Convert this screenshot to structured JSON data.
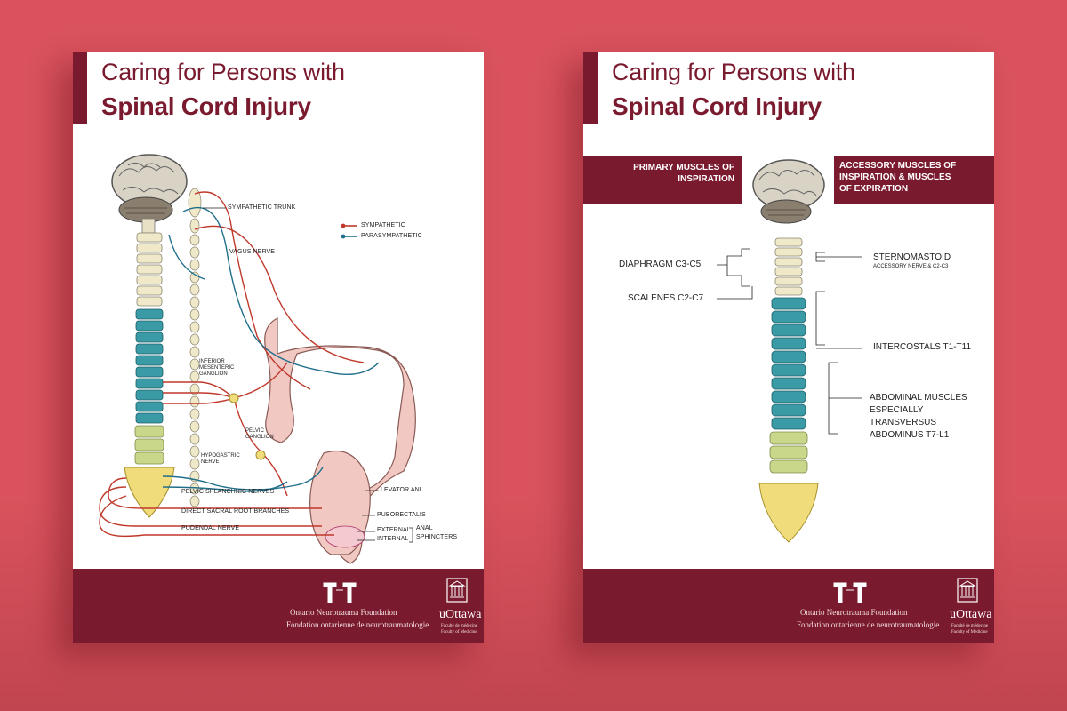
{
  "left_poster": {
    "title_line1": "Caring for Persons with",
    "title_line2": "Spinal Cord Injury",
    "legend": [
      {
        "label": "SYMPATHETIC",
        "color": "#c0392b"
      },
      {
        "label": "PARASYMPATHETIC",
        "color": "#1f6f8b"
      }
    ],
    "labels": {
      "sympathetic_trunk": "SYMPATHETIC TRUNK",
      "vagus_nerve": "VAGUS NERVE",
      "inferior_mesenteric_1": "INFERIOR",
      "inferior_mesenteric_2": "MESENTERIC",
      "inferior_mesenteric_3": "GANGLION",
      "pelvic_ganglion_1": "PELVIC",
      "pelvic_ganglion_2": "GANGLION",
      "hypogastric_1": "HYPOGASTRIC",
      "hypogastric_2": "NERVE",
      "pelvic_splanchnic": "PELVIC SPLANCHNIC NERVES",
      "direct_sacral": "DIRECT SACRAL ROOT BRANCHES",
      "pudendal": "PUDENDAL NERVE",
      "levator_ani": "LEVATOR ANI",
      "puborectalis": "PUBORECTALIS",
      "external": "EXTERNAL",
      "internal": "INTERNAL",
      "anal": "ANAL",
      "sphincters": "SPHINCTERS"
    }
  },
  "right_poster": {
    "title_line1": "Caring for Persons with",
    "title_line2": "Spinal Cord Injury",
    "banner_left_1": "PRIMARY MUSCLES OF",
    "banner_left_2": "INSPIRATION",
    "banner_right_1": "ACCESSORY MUSCLES OF",
    "banner_right_2": "INSPIRATION & MUSCLES",
    "banner_right_3": "OF EXPIRATION",
    "labels": {
      "diaphragm": "DIAPHRAGM C3-C5",
      "scalenes": "SCALENES C2-C7",
      "sternomastoid": "STERNOMASTOID",
      "sternomastoid_sub": "ACCESSORY NERVE & C2-C3",
      "intercostals": "INTERCOSTALS T1-T11",
      "abdominal_1": "ABDOMINAL MUSCLES",
      "abdominal_2": "ESPECIALLY",
      "abdominal_3": "TRANSVERSUS",
      "abdominal_4": "ABDOMINUS T7-L1"
    }
  },
  "footer": {
    "onf_en": "Ontario Neurotrauma Foundation",
    "onf_fr": "Fondation ontarienne de neurotraumatologie",
    "uottawa": "uOttawa",
    "faculty_fr": "Faculté de médecine",
    "faculty_en": "Faculty of Medicine"
  },
  "colors": {
    "wall": "#d9525d",
    "brand": "#7a1a2e",
    "sympathetic": "#c0392b",
    "parasympathetic": "#1f6f8b",
    "cervical": "#efe9c9",
    "thoracic": "#3a9aa5",
    "lumbar": "#c9d78a",
    "sacral": "#f0dc7a"
  }
}
